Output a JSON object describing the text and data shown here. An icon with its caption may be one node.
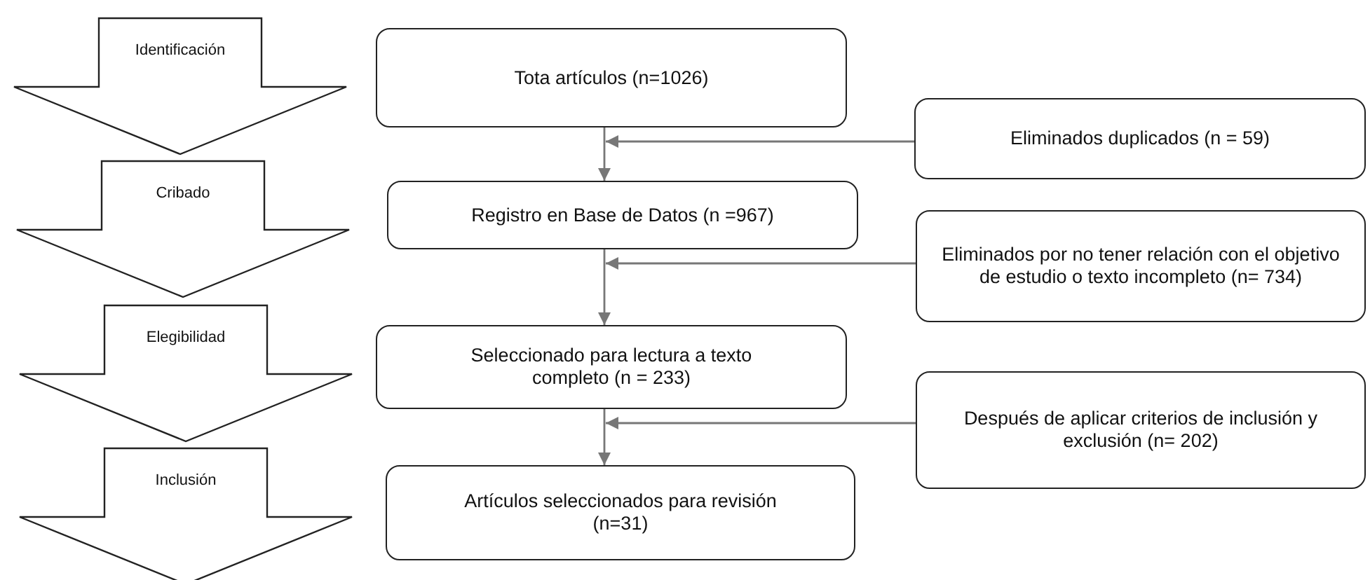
{
  "diagram": {
    "nodes": [
      {
        "text": [
          "Identificación"
        ]
      },
      {
        "text": [
          "Cribado"
        ]
      },
      {
        "text": [
          "Elegibilidad"
        ]
      },
      {
        "text": [
          "Inclusión"
        ]
      },
      {
        "text": [
          "Tota artículos (n=1026)"
        ]
      },
      {
        "text": [
          "Registro en Base de Datos (n =967)"
        ]
      },
      {
        "text": [
          "Seleccionado para lectura a texto completo (n = 233)"
        ]
      },
      {
        "text": [
          "Artículos seleccionados para revisión (n=31)"
        ]
      },
      {
        "text": [
          "Eliminados duplicados (n = 59)"
        ]
      },
      {
        "text": [
          "Eliminados por no tener relación con el objetivo de estudio o texto incompleto (n= 734)"
        ]
      },
      {
        "text": [
          "Después de aplicar criterios de inclusión y exclusión (n= 202)"
        ]
      }
    ],
    "edges": [
      {
        "from": 4,
        "to": 5,
        "arrow": "to"
      },
      {
        "from": 5,
        "to": 6,
        "arrow": "to"
      },
      {
        "from": 6,
        "to": 7,
        "arrow": "to"
      },
      {
        "from": 8,
        "to": 4,
        "arrow": "to"
      },
      {
        "from": 9,
        "to": 5,
        "arrow": "to"
      },
      {
        "from": 10,
        "to": 6,
        "arrow": "to"
      }
    ]
  }
}
